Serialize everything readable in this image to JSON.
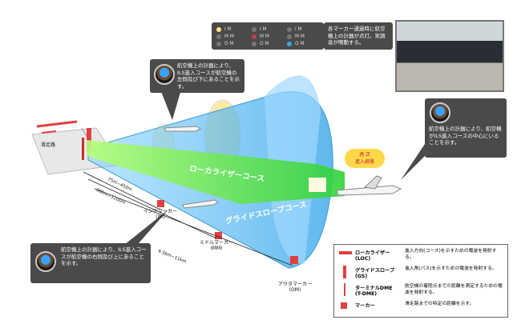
{
  "runway": {
    "label": "滑走路"
  },
  "marker_panel": {
    "col1": [
      "I M",
      "M M",
      "O M"
    ],
    "col2": [
      "I M",
      "M M",
      "O M"
    ],
    "col3": [
      "I M",
      "M M",
      "O M"
    ],
    "lit_colors": [
      "#ffe680",
      "#c04040",
      "#3aa8e0"
    ],
    "dim_color": "#777777"
  },
  "callouts": {
    "top_right": "各マーカー通過時に航空機上の計器が点灯。実調音が鳴動する。",
    "left_upper": "航空機上の計器により、ILS進入コースが航空機の左側及び下にあることを示す。",
    "right_mid": "航空機上の計器により、航空機がILS進入コースの中心にいることを示す。",
    "left_lower": "航空機上の計器により、ILS進入コースが航空機の右側及び上にあることを示す。"
  },
  "approach_path": {
    "label_line1": "適 正",
    "label_line2": "進入経路"
  },
  "beams": {
    "localizer": "ローカライザーコース",
    "glideslope": "グライドスロープコース"
  },
  "markers": {
    "inner": {
      "name": "インナマーカー",
      "abbr": "(IM)"
    },
    "middle": {
      "name": "ミドルマーカー",
      "abbr": "(MM)"
    },
    "outer": {
      "name": "アウタマーカー",
      "abbr": "(OM)"
    }
  },
  "distances": {
    "d1": "75m~450m",
    "d2": "900m~1200m",
    "d3": "6.5km~11km"
  },
  "legend": [
    {
      "name": "ローカライザー",
      "abbr": "(LOC)",
      "desc": "進入方向(コース)を示すための電波を発射する。",
      "color": "#e04040"
    },
    {
      "name": "グライドスロープ",
      "abbr": "(GS)",
      "desc": "進入角(パス)を示すための電波を発射する。",
      "color": "#e04040"
    },
    {
      "name": "ターミナルDME",
      "abbr": "(T-DME)",
      "desc": "航空機の着陸点までの距離を測定するための電波を発射する。",
      "color": "#e04040"
    },
    {
      "name": "マーカー",
      "abbr": "",
      "desc": "滑走路までの特定の距離を示す。",
      "color": "#e04040"
    }
  ]
}
